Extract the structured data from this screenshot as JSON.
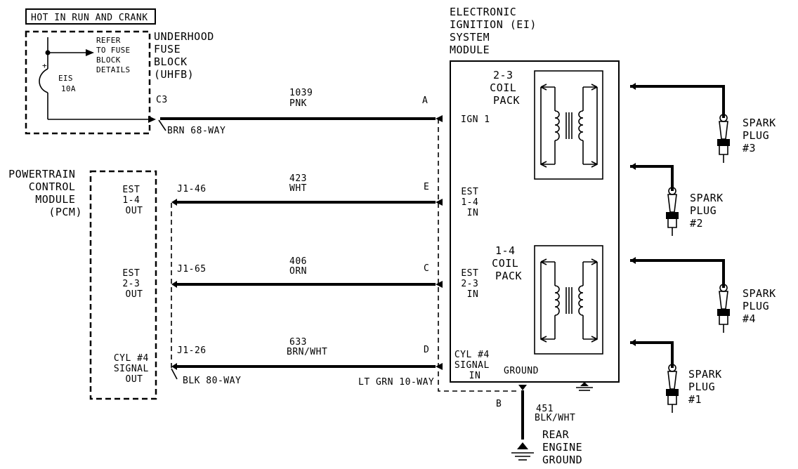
{
  "colors": {
    "ink": "#000000",
    "paper": "#ffffff"
  },
  "header": {
    "title": "HOT IN RUN AND CRANK"
  },
  "fuse_block": {
    "note": [
      "REFER",
      "TO FUSE",
      "BLOCK",
      "DETAILS"
    ],
    "fuse": [
      "EIS",
      "10A"
    ],
    "plus": "+",
    "label": [
      "UNDERHOOD",
      "FUSE",
      "BLOCK",
      "(UHFB)"
    ],
    "connector": "C3",
    "connector_note": "BRN 68-WAY"
  },
  "pcm": {
    "label": [
      "POWERTRAIN",
      "CONTROL",
      "MODULE",
      "(PCM)"
    ],
    "outputs": [
      {
        "lines": [
          "EST",
          "1-4",
          "OUT"
        ]
      },
      {
        "lines": [
          "EST",
          "2-3",
          "OUT"
        ]
      },
      {
        "lines": [
          "CYL #4",
          "SIGNAL",
          "OUT"
        ]
      }
    ],
    "connector_note": "BLK 80-WAY"
  },
  "wires": [
    {
      "left_pin": "C3",
      "circuit": "1039",
      "color": "PNK",
      "right_pin": "A"
    },
    {
      "left_pin": "J1-46",
      "circuit": "423",
      "color": "WHT",
      "right_pin": "E"
    },
    {
      "left_pin": "J1-65",
      "circuit": "406",
      "color": "ORN",
      "right_pin": "C"
    },
    {
      "left_pin": "J1-26",
      "circuit": "633",
      "color": "BRN/WHT",
      "right_pin": "D"
    }
  ],
  "ei_module": {
    "label": [
      "ELECTRONIC",
      "IGNITION (EI)",
      "SYSTEM",
      "MODULE"
    ],
    "inputs": [
      {
        "lines": [
          "IGN 1"
        ]
      },
      {
        "lines": [
          "EST",
          "1-4",
          "IN"
        ]
      },
      {
        "lines": [
          "EST",
          "2-3",
          "IN"
        ]
      },
      {
        "lines": [
          "CYL #4",
          "SIGNAL",
          "IN"
        ]
      }
    ],
    "ground_label": "GROUND",
    "connector_note": "LT GRN 10-WAY",
    "coil_packs": [
      {
        "label": [
          "2-3",
          "COIL",
          "PACK"
        ]
      },
      {
        "label": [
          "1-4",
          "COIL",
          "PACK"
        ]
      }
    ]
  },
  "ground_wire": {
    "pin": "B",
    "circuit": "451",
    "color": "BLK/WHT",
    "destination": [
      "REAR",
      "ENGINE",
      "GROUND"
    ]
  },
  "spark_plugs": [
    {
      "lines": [
        "SPARK",
        "PLUG",
        "#3"
      ]
    },
    {
      "lines": [
        "SPARK",
        "PLUG",
        "#2"
      ]
    },
    {
      "lines": [
        "SPARK",
        "PLUG",
        "#4"
      ]
    },
    {
      "lines": [
        "SPARK",
        "PLUG",
        "#1"
      ]
    }
  ]
}
